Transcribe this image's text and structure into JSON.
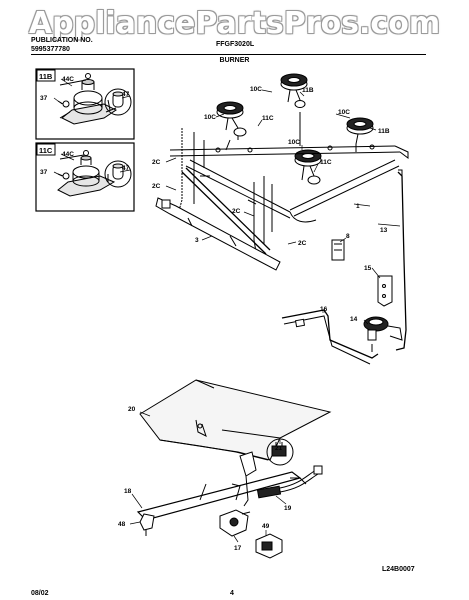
{
  "watermark": "AppliancePartsPros.com",
  "header": {
    "left_top": "PUBLICATION NO.",
    "left_bottom": "5995377780",
    "model": "FFGF3020L",
    "section": "BURNER"
  },
  "footer": {
    "date": "08/02",
    "page": "4",
    "diagram_code": "L24B0007"
  },
  "insets": [
    {
      "title": "11B",
      "callouts": [
        "44C",
        "37",
        "47"
      ]
    },
    {
      "title": "11C",
      "callouts": [
        "44C",
        "37",
        "47"
      ]
    }
  ],
  "callouts": {
    "c10c_a": "10C",
    "c11b_a": "11B",
    "c10c_b": "10C",
    "c11c_a": "11C",
    "c10c_c": "10C",
    "c11b_b": "11B",
    "c10c_d": "10C",
    "c11c_b": "11C",
    "c2c_a": "2C",
    "c2c_b": "2C",
    "c2c_c": "2C",
    "c1": "1",
    "c3": "3",
    "c8": "8",
    "c13": "13",
    "c15": "15",
    "c16": "16",
    "c14": "14",
    "c20": "20",
    "c21": "21",
    "c18": "18",
    "c19": "19",
    "c48": "48",
    "c17": "17",
    "c49": "49"
  }
}
